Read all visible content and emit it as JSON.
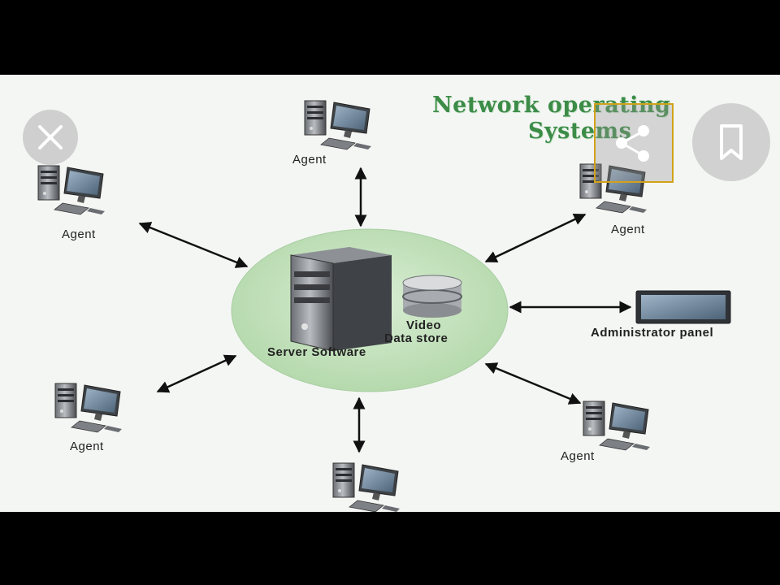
{
  "diagram": {
    "title_line1": "Network operating",
    "title_line2": "Systems",
    "server_label": "Server Software",
    "store_label_line1": "Video",
    "store_label_line2": "Data store",
    "agent_label": "Agent",
    "admin_label": "Administrator panel"
  },
  "overlay": {
    "close_icon": "close-icon",
    "share_icon": "share-icon",
    "bookmark_icon": "bookmark-icon"
  },
  "colors": {
    "hub_fill": "#c6e3c0",
    "title_green": "#3c8c48",
    "share_border": "#d2a21a"
  }
}
